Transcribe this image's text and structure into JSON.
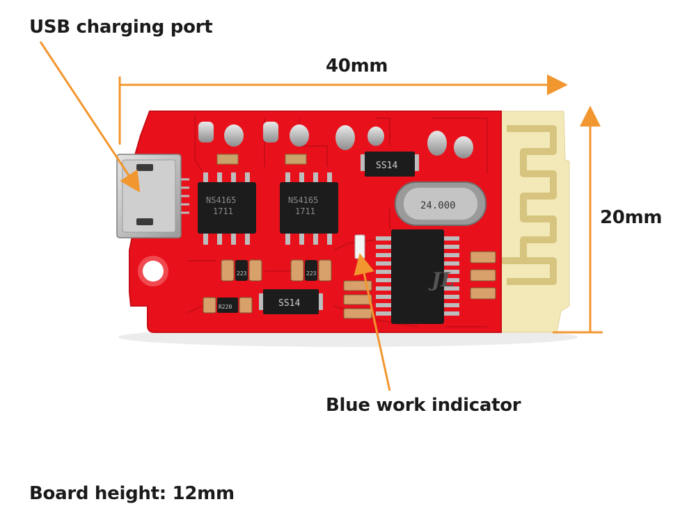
{
  "annotations": {
    "usb_port": "USB charging port",
    "width": "40mm",
    "height": "20mm",
    "work_indicator": "Blue work indicator",
    "board_height": "Board height: 12mm"
  },
  "components": {
    "amp_chip_1_line1": "NS4165",
    "amp_chip_1_line2": "1711",
    "amp_chip_2_line1": "NS4165",
    "amp_chip_2_line2": "1711",
    "diode_top": "SS14",
    "diode_bottom": "SS14",
    "crystal": "24.000",
    "resistor_1": "223",
    "resistor_2": "223",
    "resistor_3": "R220"
  },
  "colors": {
    "pcb": "#e8111b",
    "antenna_pcb": "#f3e9b8",
    "antenna_trace": "#d9c98a",
    "arrow": "#f2962f",
    "chip": "#1c1c1c",
    "pin": "#b9b9b9"
  }
}
